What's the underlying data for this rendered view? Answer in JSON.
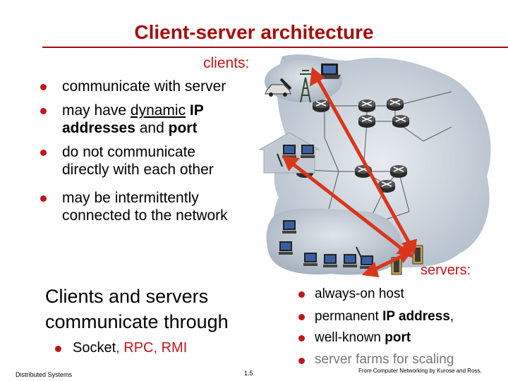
{
  "title": "Client-server architecture",
  "clients": {
    "label": "clients:",
    "bullets": [
      {
        "line1_pre": "communicate with server",
        "line1_u": "",
        "line1_b": "",
        "line2": ""
      },
      {
        "line1_pre": "may have ",
        "line1_u": "dynamic",
        "line1_b": " IP",
        "line2": "addresses and port"
      },
      {
        "line1_pre": "do not communicate",
        "line1_u": "",
        "line1_b": "",
        "line2": "directly with each other"
      },
      {
        "line1_pre": "may be intermittently",
        "line1_u": "",
        "line1_b": "",
        "line2": "connected to the network"
      }
    ]
  },
  "servers": {
    "label": "servers:",
    "bullets": [
      {
        "pre": "always-on host",
        "bold": "",
        "post": ""
      },
      {
        "pre": "permanent ",
        "bold": "IP address",
        "post": ","
      },
      {
        "pre": "well-known ",
        "bold": "port",
        "post": ""
      },
      {
        "pre": "server farms for scaling",
        "bold": "",
        "post": ""
      }
    ]
  },
  "box": {
    "line1": "Clients and servers",
    "line2": "communicate through",
    "bullet_socket": "Socket",
    "bullet_rest": ", RPC, RMI"
  },
  "footer": {
    "left": "Distributed Systems",
    "center": "1.5",
    "right": "From Computer Networking by Kurose and Ross."
  },
  "colors": {
    "title": "#a50d0d",
    "accent": "#c0151b",
    "cloud": "#c9d1da"
  },
  "icons": [
    "laptop-icon",
    "cell-tower-icon",
    "cell-phone-icon",
    "car-icon",
    "router-icon",
    "desktop-pc-icon",
    "server-icon",
    "house-icon",
    "antenna-icon"
  ]
}
